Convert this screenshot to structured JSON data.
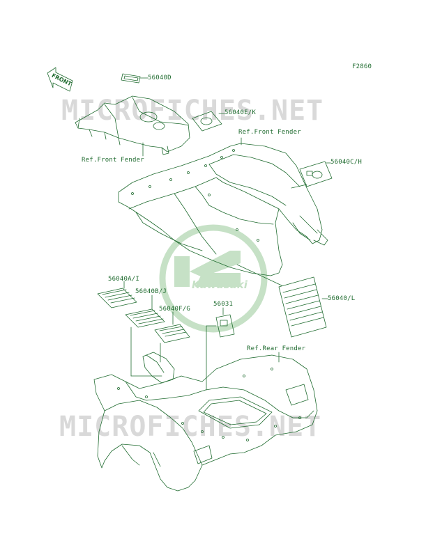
{
  "figure_code": "F2860",
  "front_badge": "FRONT",
  "watermark": "MICROFICHES.NET",
  "logo_text": "Kawasaki",
  "parts": {
    "p56040D": "56040D",
    "p56040EK": "56040E/K",
    "p56040CH": "56040C/H",
    "p56040AI": "56040A/I",
    "p56040BJ": "56040B/J",
    "p56040FG": "56040F/G",
    "p56031": "56031",
    "p56040L": "56040/L"
  },
  "refs": {
    "front_fender_left": "Ref.Front Fender",
    "front_fender_right": "Ref.Front Fender",
    "rear_fender": "Ref.Rear Fender"
  },
  "colors": {
    "line": "#1f6b2f",
    "watermark": "#d9d9d9",
    "logo": "#c6e1c6"
  }
}
